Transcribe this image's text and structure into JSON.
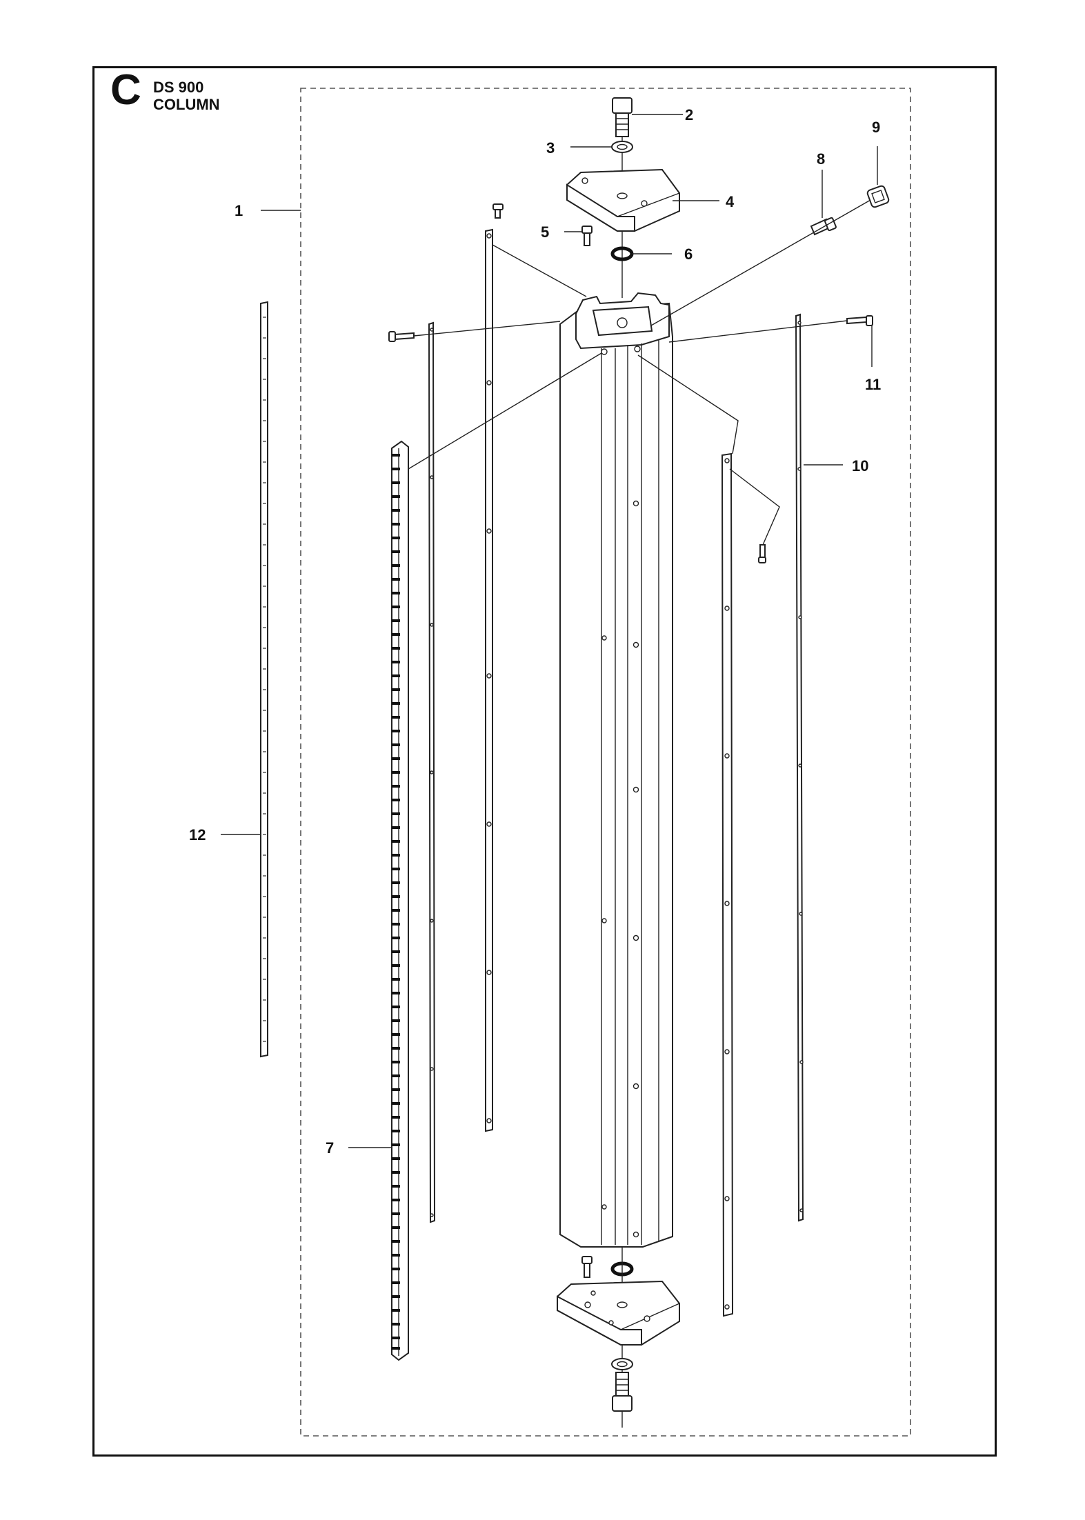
{
  "header": {
    "section_letter": "C",
    "model": "DS 900",
    "assembly": "COLUMN"
  },
  "callouts": {
    "p1": "1",
    "p2": "2",
    "p3": "3",
    "p4": "4",
    "p5": "5",
    "p6": "6",
    "p7": "7",
    "p8": "8",
    "p9": "9",
    "p10": "10",
    "p11": "11",
    "p12": "12"
  }
}
